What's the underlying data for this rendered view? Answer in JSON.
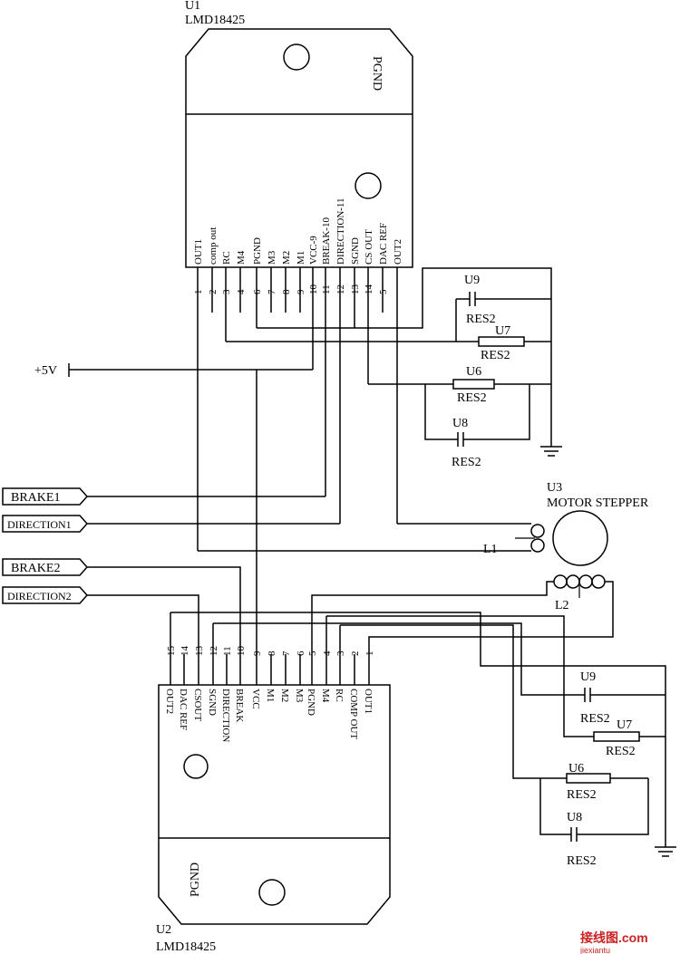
{
  "u1": {
    "ref": "U1",
    "part": "LMD18425",
    "pgnd": "PGND",
    "pin_names": [
      "OUT1",
      "comp out",
      "RC",
      "M4",
      "PGND",
      "M3",
      "M2",
      "M1",
      "VCC-9",
      "BREAK-10",
      "DIRECTION-11",
      "SGND",
      "CS OUT",
      "DAC REF",
      "OUT2"
    ],
    "pin_numbers": [
      "1",
      "2",
      "3",
      "4",
      "6",
      "7",
      "8",
      "9",
      "10",
      "11",
      "12",
      "13",
      "14",
      "5"
    ]
  },
  "u2": {
    "ref": "U2",
    "part": "LMD18425",
    "pgnd": "PGND",
    "pin_names": [
      "OUT2",
      "DAC REF",
      "CSOUT",
      "SGND",
      "DIRECTION",
      "BREAK",
      "VCC",
      "M1",
      "M2",
      "M3",
      "PGND",
      "M4",
      "RC",
      "COMP OUT",
      "OUT1"
    ],
    "pin_numbers": [
      "15",
      "14",
      "13",
      "12",
      "11",
      "10",
      "9",
      "8",
      "7",
      "6",
      "5",
      "4",
      "3",
      "2",
      "1"
    ]
  },
  "u3": {
    "ref": "U3",
    "label": "MOTOR STEPPER"
  },
  "power": {
    "vcc": "+5V"
  },
  "signals": [
    "BRAKE1",
    "DIRECTION1",
    "BRAKE2",
    "DIRECTION2"
  ],
  "components": {
    "top": [
      {
        "ref": "U9",
        "value": "RES2"
      },
      {
        "ref": "U7",
        "value": "RES2"
      },
      {
        "ref": "U6",
        "value": "RES2"
      },
      {
        "ref": "U8",
        "value": "RES2"
      }
    ],
    "bottom": [
      {
        "ref": "U9",
        "value": "RES2"
      },
      {
        "ref": "U7",
        "value": "RES2"
      },
      {
        "ref": "U6",
        "value": "RES2"
      },
      {
        "ref": "U8",
        "value": "RES2"
      }
    ]
  },
  "inductors": [
    "L1",
    "L2"
  ],
  "watermark": {
    "logo": "接线图.com",
    "url": "jiexiantu"
  }
}
